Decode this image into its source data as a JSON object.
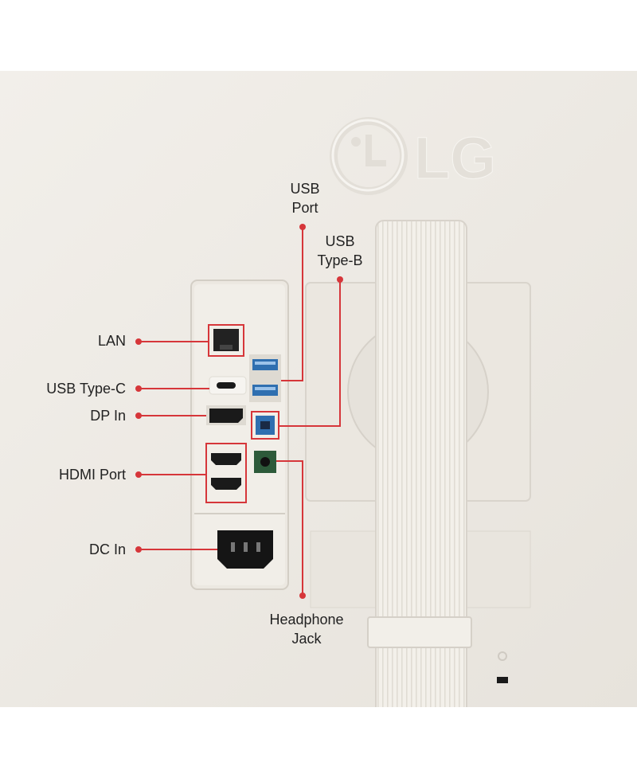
{
  "brand": {
    "logo_text": "LG"
  },
  "labels": {
    "lan": "LAN",
    "usb_type_c": "USB Type-C",
    "dp_in": "DP In",
    "hdmi_port": "HDMI Port",
    "dc_in": "DC In",
    "usb_port": [
      "USB",
      "Port"
    ],
    "usb_type_b": [
      "USB",
      "Type-B"
    ],
    "headphone_jack": [
      "Headphone",
      "Jack"
    ]
  },
  "colors": {
    "accent": "#d6363a",
    "monitor_body": "#eeebe5",
    "port_blue": "#2f6fb0",
    "port_green": "#2d5a3a",
    "port_black": "#1a1a1a"
  }
}
